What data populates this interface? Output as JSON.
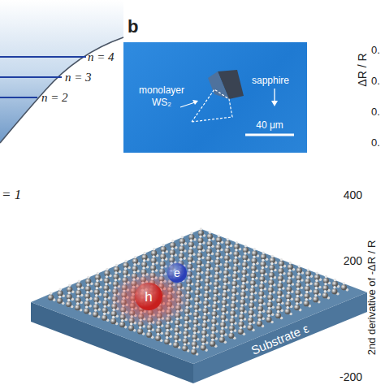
{
  "diagram": {
    "nodes": [
      {
        "text": [
          "monolayer WS₂",
          "sapphire",
          "40 μm"
        ]
      },
      {
        "text": [
          "Substrate ε"
        ]
      },
      {
        "text": [
          "h"
        ],
        "in": 1
      },
      {
        "text": [
          "e"
        ],
        "in": 1
      }
    ],
    "labels": [
      "n = 4",
      "n = 3",
      "n = 2",
      "= 1",
      "b",
      "ΔR / R",
      "0.",
      "0.",
      "0.",
      "0.",
      "400",
      "200",
      "-200",
      "2nd derivative of -ΔR / R"
    ]
  }
}
